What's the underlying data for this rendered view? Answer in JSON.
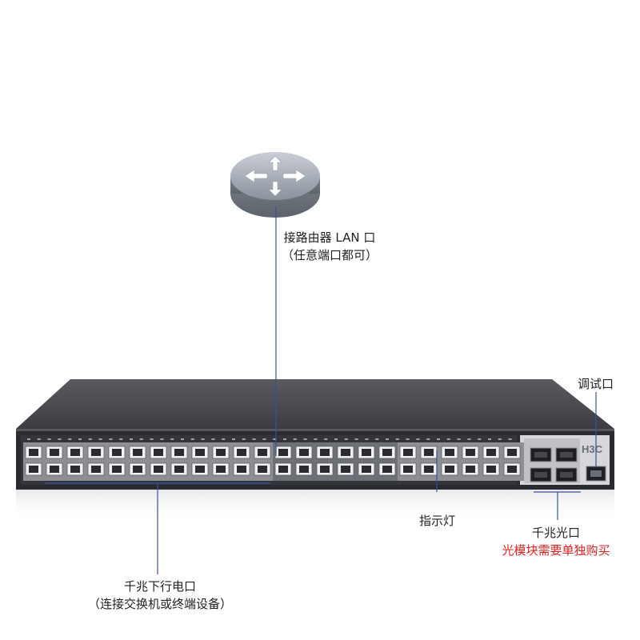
{
  "router": {
    "label_line1": "接路由器 LAN 口",
    "label_line2": "（任意端口都可）"
  },
  "console": {
    "label": "调试口"
  },
  "indicator": {
    "label": "指示灯"
  },
  "sfp": {
    "label": "千兆光口",
    "note": "光模块需要单独购买"
  },
  "copper": {
    "label_line1": "千兆下行电口",
    "label_line2": "（连接交换机或终端设备）"
  },
  "brand": {
    "logo": "H3C"
  },
  "colors": {
    "line": "#3a4fa0",
    "note_red": "#e0201c",
    "chassis_top": "#4a4a50",
    "chassis_front": "#2a2b30"
  },
  "port_layout": {
    "groups": 4,
    "ports_per_row_per_group": 6,
    "rows": 2,
    "sfp_slots": 4
  }
}
